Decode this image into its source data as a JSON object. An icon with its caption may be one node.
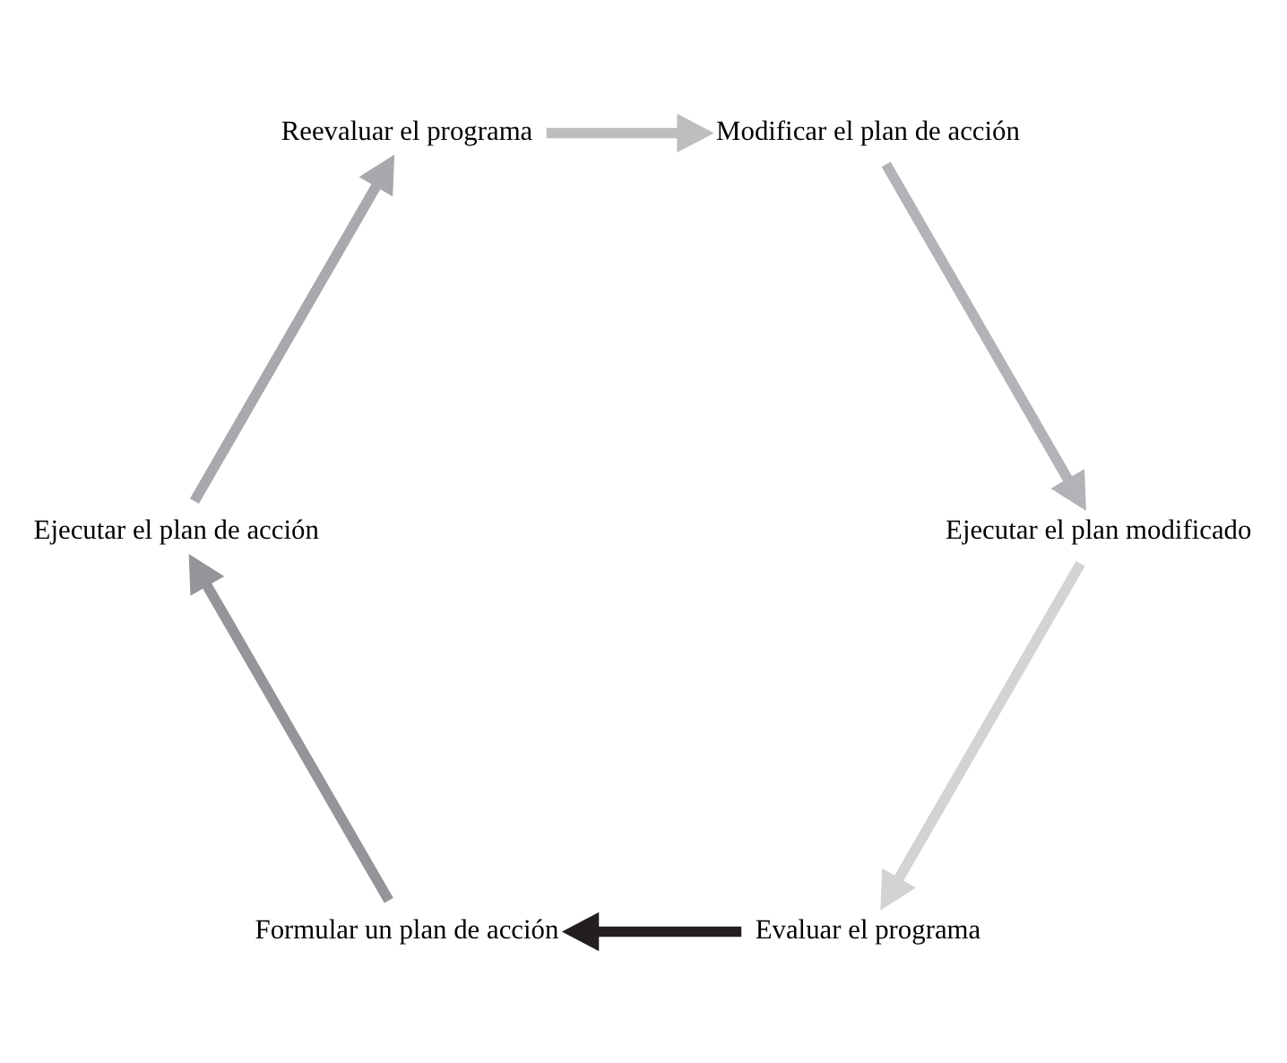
{
  "diagram": {
    "nodes": [
      {
        "text": [
          "Evaluar el programa"
        ]
      },
      {
        "text": [
          "Formular un plan de acción"
        ]
      },
      {
        "text": [
          "Ejecutar el plan de acción"
        ]
      },
      {
        "text": [
          "Reevaluar el programa"
        ]
      },
      {
        "text": [
          "Modificar el plan de acción"
        ]
      },
      {
        "text": [
          "Ejecutar el plan modificado"
        ]
      }
    ],
    "edges": [
      {
        "from": 0,
        "to": 1,
        "arrow": "to"
      },
      {
        "from": 1,
        "to": 2,
        "arrow": "to",
        "color": "#939598"
      },
      {
        "from": 2,
        "to": 3,
        "arrow": "to",
        "color": "#a7a9ac"
      },
      {
        "from": 3,
        "to": 4,
        "arrow": "to",
        "color": "#bcbec0"
      },
      {
        "from": 4,
        "to": 5,
        "arrow": "to",
        "color": "#b1b3b6"
      },
      {
        "from": 5,
        "to": 0,
        "arrow": "to",
        "color": "#d1d3d4"
      }
    ]
  }
}
